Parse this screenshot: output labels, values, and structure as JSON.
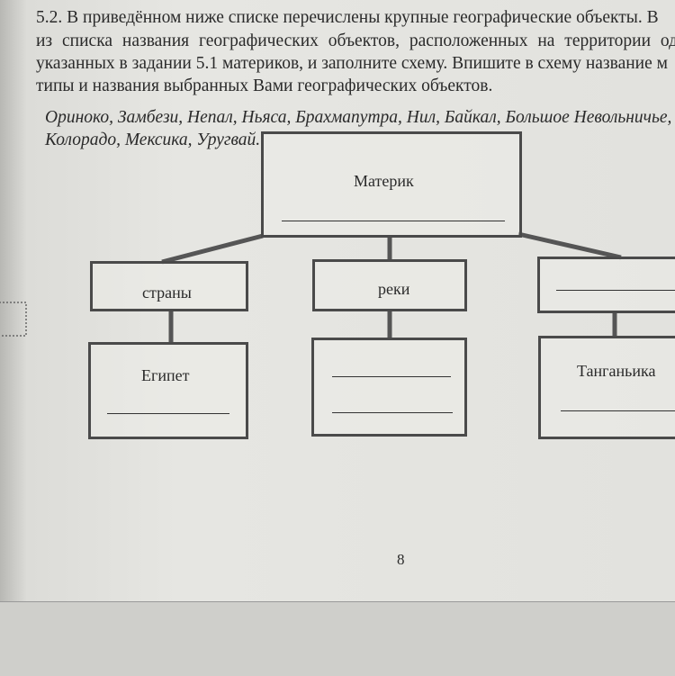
{
  "task": {
    "lines": [
      "5.2. В приведённом ниже списке перечислены крупные географические объекты. В",
      "из списка названия географических объектов, расположенных на территории од",
      "указанных в задании 5.1 материков, и заполните схему. Впишите в схему название м",
      "типы и названия выбранных Вами географических объектов."
    ],
    "list_lines": [
      "Ориноко, Замбези, Непал, Ньяса, Брахмапутра, Нил, Байкал, Большое Невольничье, М",
      "Колорадо, Мексика, Уругвай."
    ]
  },
  "scheme": {
    "root": "Материк",
    "categories": [
      "страны",
      "реки",
      ""
    ],
    "examples": [
      "Египет",
      "",
      "Танганьика"
    ]
  },
  "page_number": "8"
}
